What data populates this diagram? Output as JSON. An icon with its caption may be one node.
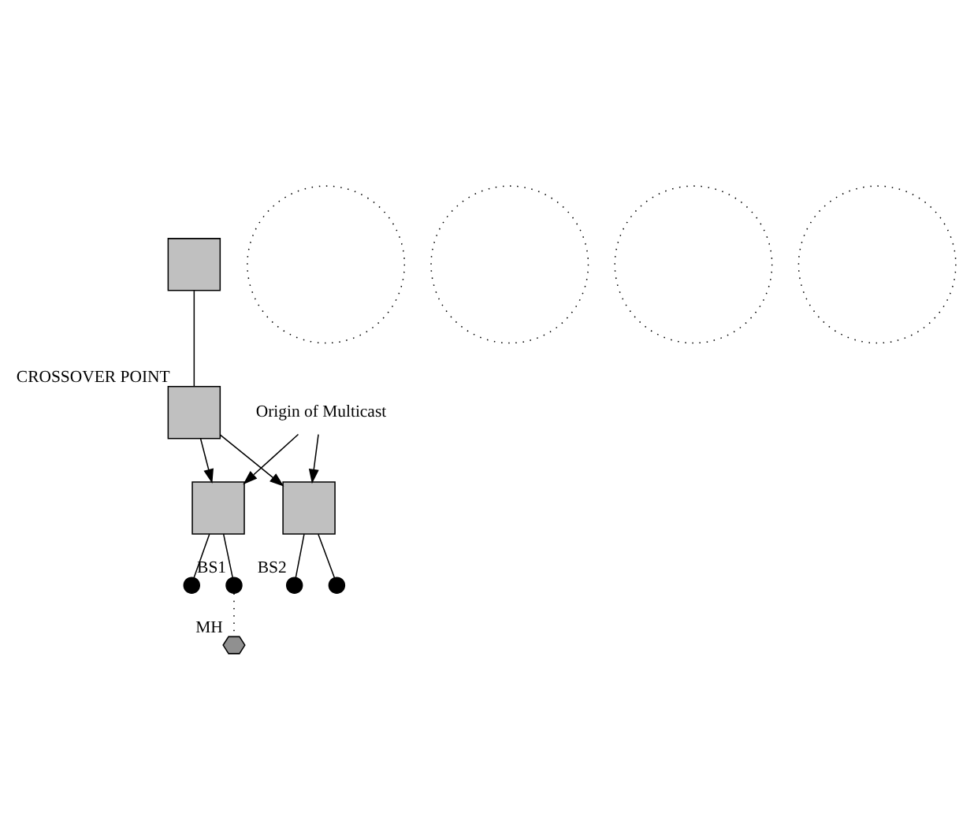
{
  "diagram": {
    "nodes": [
      {
        "text": [],
        "shape": "box"
      },
      {
        "text": [],
        "shape": "box",
        "beside": [
          "CROSSOVER POINT"
        ]
      },
      {
        "text": [
          "Origin of Multicast"
        ]
      },
      {
        "text": [],
        "shape": "box"
      },
      {
        "text": [],
        "shape": "box"
      },
      {
        "text": [],
        "shape": "circle"
      },
      {
        "text": [],
        "shape": "circle"
      },
      {
        "text": [],
        "shape": "circle"
      },
      {
        "text": [],
        "shape": "circle"
      },
      {
        "text": [],
        "shape": "dot"
      },
      {
        "text": [],
        "shape": "dot",
        "beside": [
          "BS1"
        ]
      },
      {
        "text": [],
        "shape": "dot",
        "beside": [
          "BS2"
        ]
      },
      {
        "text": [],
        "shape": "dot"
      },
      {
        "text": [],
        "shape": "hexagon",
        "beside": [
          "MH"
        ]
      }
    ],
    "edges": [
      {
        "from": 0,
        "to": 1,
        "arrow": "none"
      },
      {
        "from": 1,
        "to": 3,
        "arrow": "to"
      },
      {
        "from": 1,
        "to": 4,
        "arrow": "to"
      },
      {
        "from": 2,
        "to": 3,
        "arrow": "to"
      },
      {
        "from": 2,
        "to": 4,
        "arrow": "to"
      },
      {
        "from": 3,
        "to": 9,
        "arrow": "none"
      },
      {
        "from": 3,
        "to": 10,
        "arrow": "none"
      },
      {
        "from": 4,
        "to": 11,
        "arrow": "none"
      },
      {
        "from": 4,
        "to": 12,
        "arrow": "none"
      },
      {
        "from": 10,
        "to": 13,
        "arrow": "none",
        "style": "dashed"
      }
    ]
  }
}
